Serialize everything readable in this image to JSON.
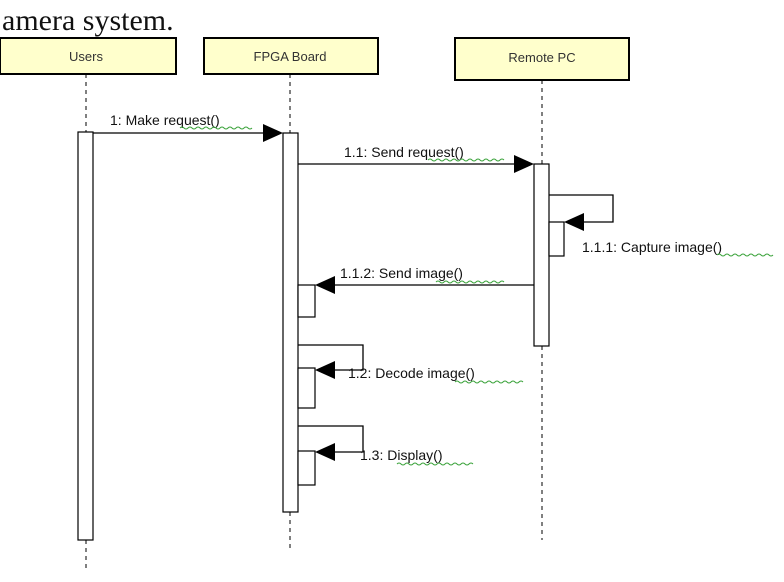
{
  "caption": "amera system.",
  "actors": [
    {
      "id": "users",
      "label": "Users"
    },
    {
      "id": "fpga",
      "label": "FPGA Board"
    },
    {
      "id": "pc",
      "label": "Remote PC"
    }
  ],
  "messages": [
    {
      "id": "m1",
      "prefix": "1: Make ",
      "method": "request()"
    },
    {
      "id": "m11",
      "prefix": "1.1: Send ",
      "method": "request()"
    },
    {
      "id": "m111",
      "prefix": "1.1.1: Capture ",
      "method": "image()"
    },
    {
      "id": "m112",
      "prefix": "1.1.2: Send ",
      "method": "image()"
    },
    {
      "id": "m12",
      "prefix": "1.2: Decode ",
      "method": "image()"
    },
    {
      "id": "m13",
      "prefix": "1.3: ",
      "method": "Display()"
    }
  ],
  "colors": {
    "actor_fill": "#ffffcc",
    "actor_border": "#000000",
    "line": "#000000",
    "spellcheck": "#3aa23a"
  }
}
